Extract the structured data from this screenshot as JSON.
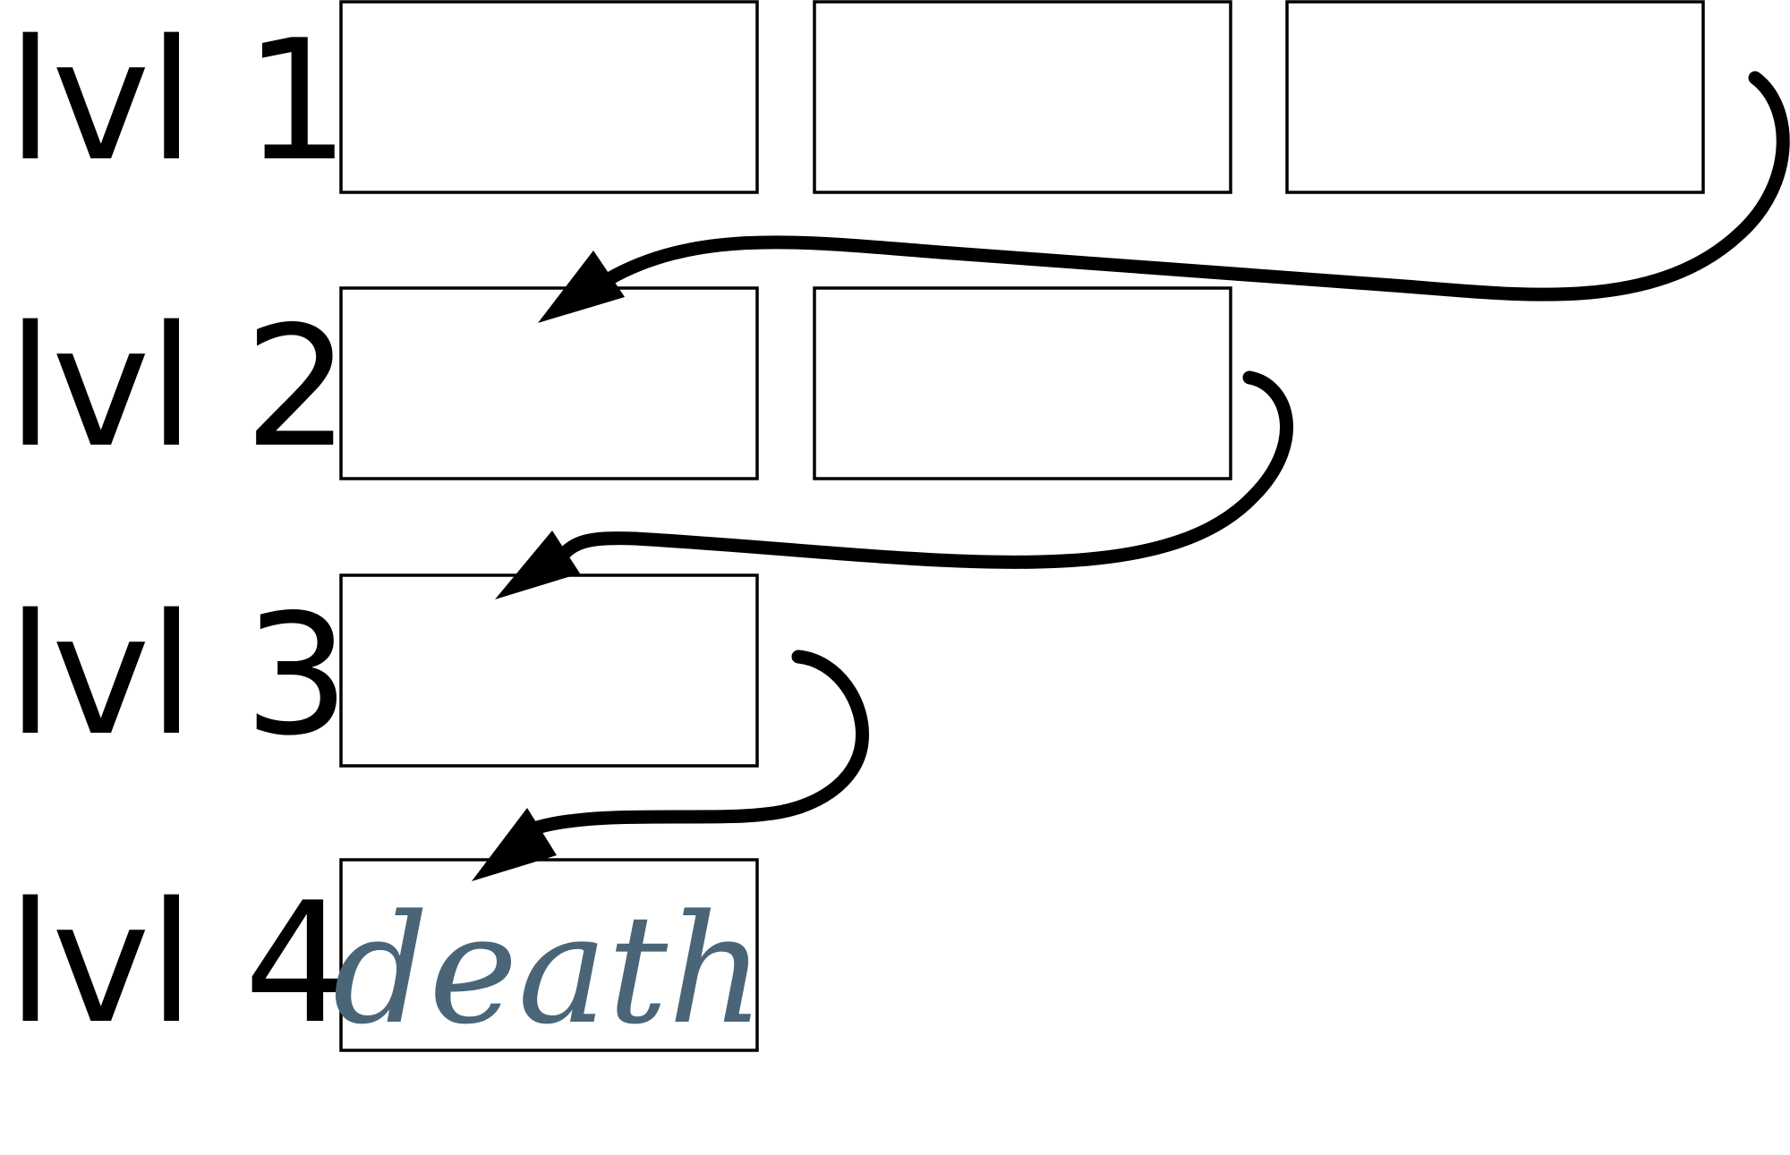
{
  "levels": [
    {
      "label": "lvl 1"
    },
    {
      "label": "lvl 2"
    },
    {
      "label": "lvl 3"
    },
    {
      "label": "lvl 4"
    }
  ],
  "final_box": {
    "text": "death",
    "color": "#4a6577"
  },
  "colors": {
    "stroke": "#000000",
    "background": "#ffffff"
  }
}
